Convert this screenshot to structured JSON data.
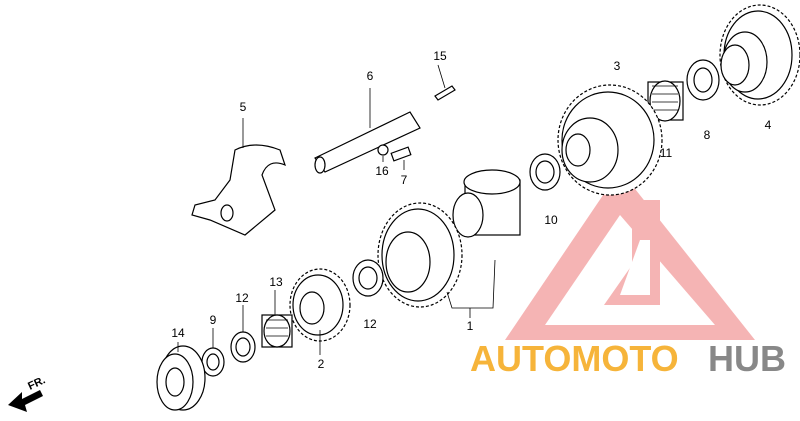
{
  "diagram": {
    "callouts": [
      "1",
      "2",
      "3",
      "4",
      "5",
      "6",
      "7",
      "8",
      "9",
      "10",
      "11",
      "12",
      "12",
      "13",
      "14",
      "15",
      "16"
    ],
    "direction_label": "FR."
  },
  "watermark": {
    "part1": "AUTOMOTO",
    "part2": "HUB",
    "color_primary": "#f6b43a",
    "color_secondary": "#888888",
    "logo_color": "#f08080"
  }
}
